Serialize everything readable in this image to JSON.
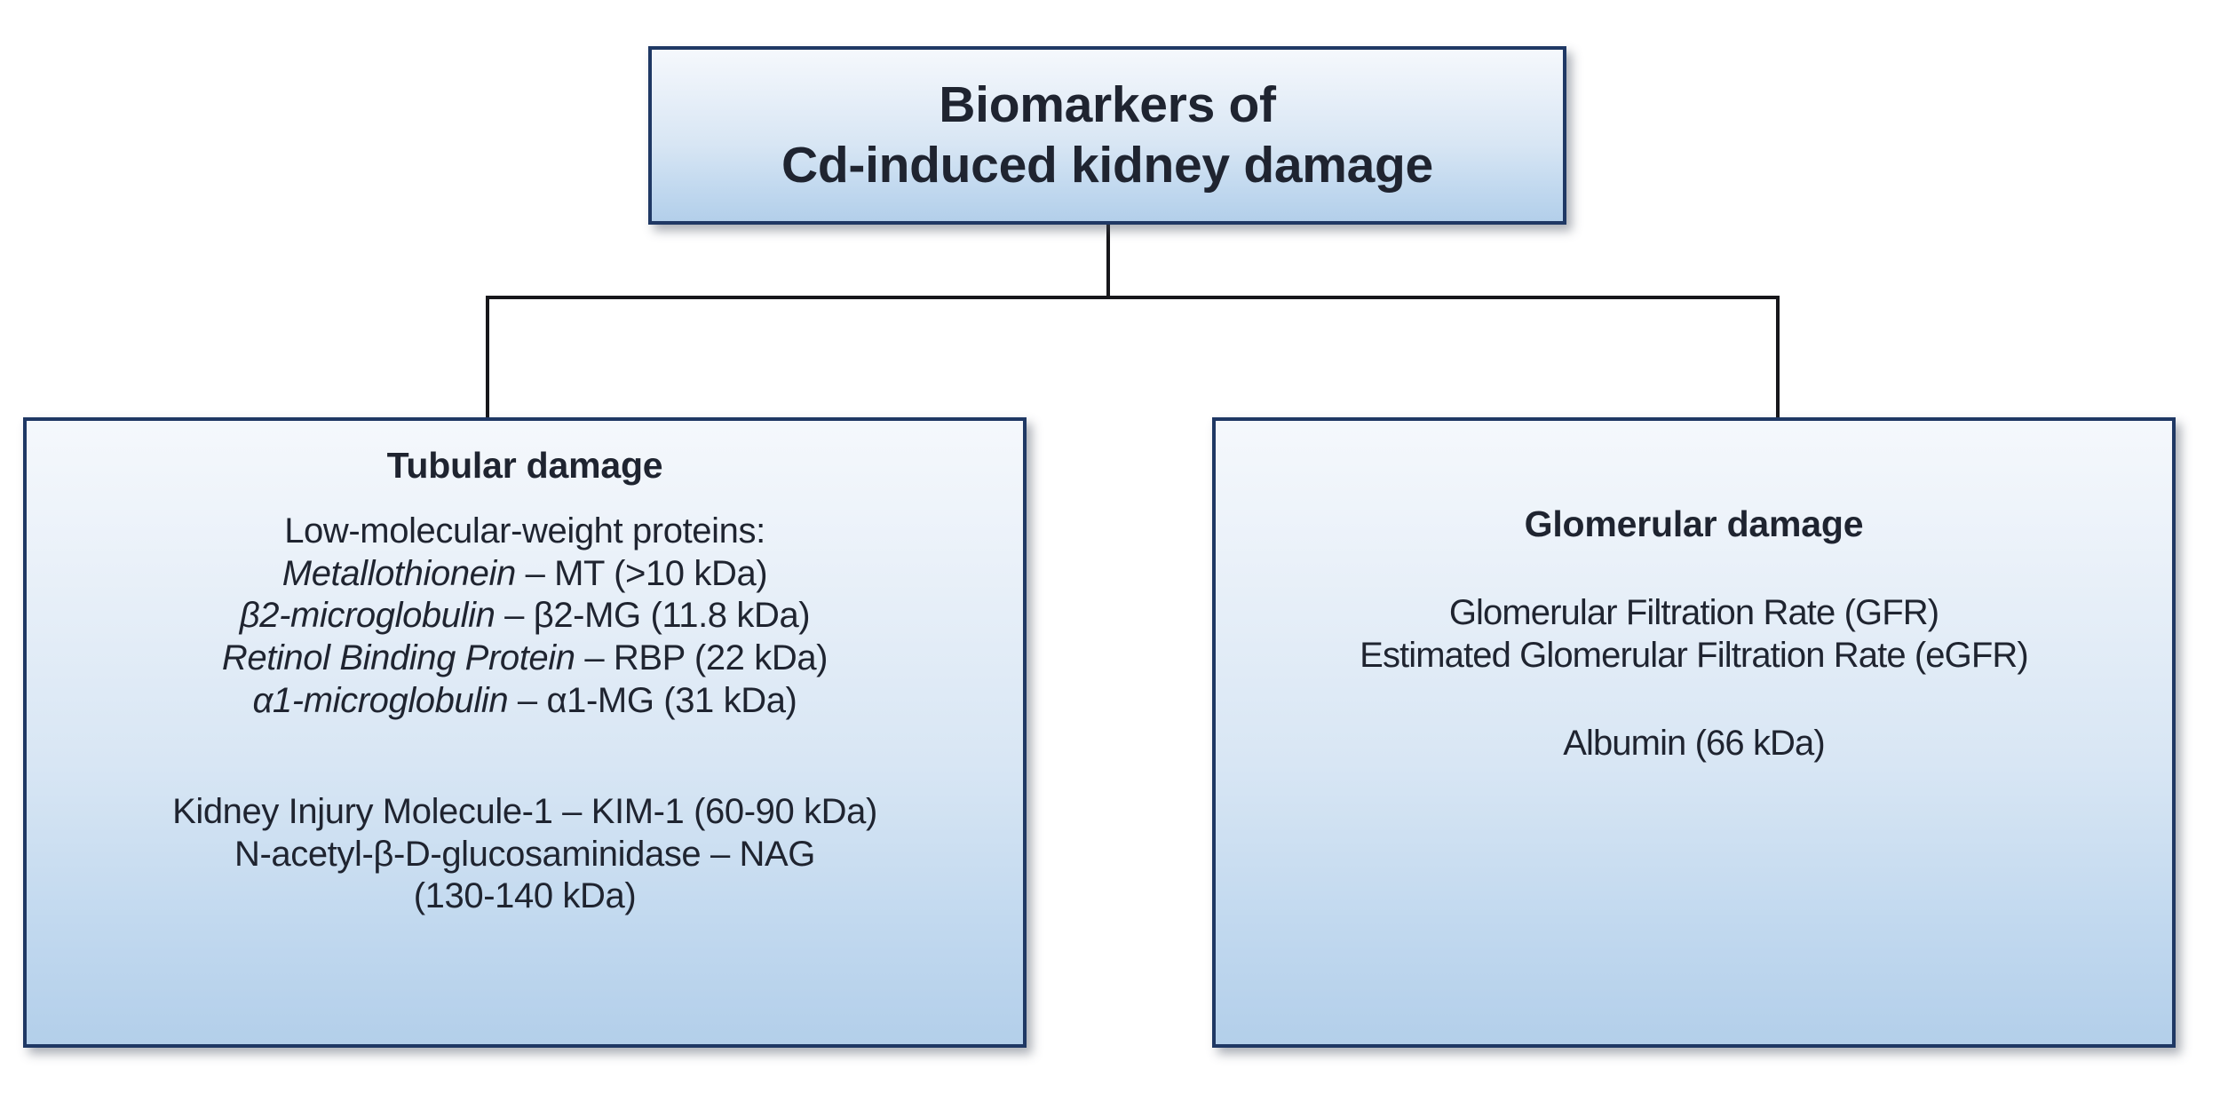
{
  "diagram": {
    "type": "flowchart",
    "orientation": "top-down",
    "colors": {
      "box_border": "#1f3864",
      "box_fill_top": "#f5f8fc",
      "box_fill_bottom": "#b3cfea",
      "connector": "#17171b",
      "text": "#1f2430",
      "background": "#ffffff"
    }
  },
  "root": {
    "title_line_1": "Biomarkers of",
    "title_line_2": "Cd-induced kidney damage"
  },
  "branches": [
    {
      "id": "tubular",
      "heading": "Tubular damage",
      "group_1_label": "Low-molecular-weight proteins:",
      "group_1_items": [
        {
          "name": "Metallothionein",
          "rest": " – MT (>10 kDa)"
        },
        {
          "name": "β2-microglobulin",
          "rest": " – β2-MG (11.8 kDa)"
        },
        {
          "name": "Retinol Binding Protein",
          "rest": " – RBP (22 kDa)"
        },
        {
          "name": "α1-microglobulin",
          "rest": " – α1-MG (31 kDa)"
        }
      ],
      "group_2_items": [
        "Kidney Injury Molecule-1 – KIM-1 (60-90 kDa)",
        "N-acetyl-β-D-glucosaminidase – NAG",
        "(130-140 kDa)"
      ]
    },
    {
      "id": "glomerular",
      "heading": "Glomerular damage",
      "items": [
        "Glomerular Filtration Rate (GFR)",
        "Estimated Glomerular Filtration Rate (eGFR)"
      ],
      "items_2": [
        "Albumin (66 kDa)"
      ]
    }
  ]
}
